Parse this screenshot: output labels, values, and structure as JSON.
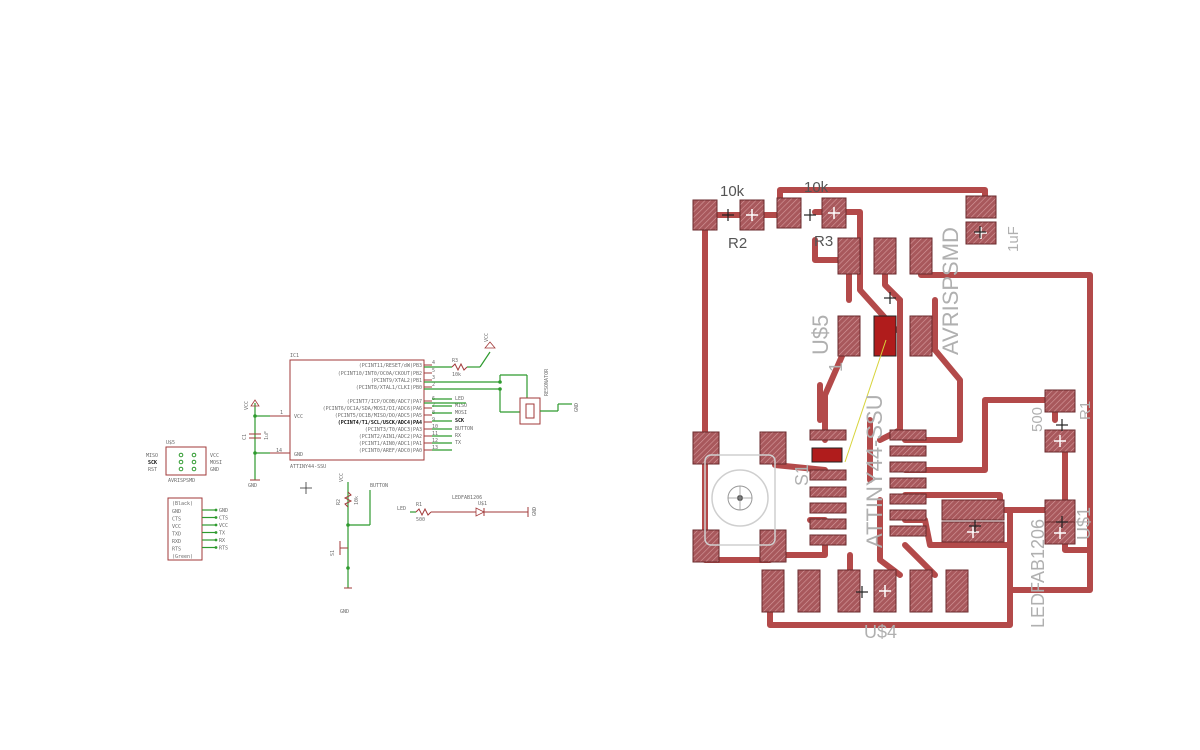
{
  "schematic": {
    "ic1": {
      "name": "IC1",
      "part": "ATTINY44-SSU",
      "vcc": "VCC",
      "gnd": "GND",
      "pin_vcc": "1",
      "pin_gnd": "14",
      "right_pins": [
        {
          "label": "(PCINT11/RESET/dW)PB3",
          "num": "4"
        },
        {
          "label": "(PCINT10/INT0/OC0A/CKOUT)PB2",
          "num": "5"
        },
        {
          "label": "(PCINT9/XTAL2)PB1",
          "num": "3"
        },
        {
          "label": "(PCINT8/XTAL1/CLKI)PB0",
          "num": "2"
        },
        {
          "label": "(PCINT7/ICP/OC0B/ADC7)PA7",
          "num": "6"
        },
        {
          "label": "(PCINT6/OC1A/SDA/MOSI/DI/ADC6)PA6",
          "num": "7"
        },
        {
          "label": "(PCINT5/OC1B/MISO/DO/ADC5)PA5",
          "num": "8"
        },
        {
          "label": "(PCINT4/T1/SCL/USCK/ADC4)PA4",
          "num": "9"
        },
        {
          "label": "(PCINT3/T0/ADC3)PA3",
          "num": "10"
        },
        {
          "label": "(PCINT2/AIN1/ADC2)PA2",
          "num": "11"
        },
        {
          "label": "(PCINT1/AIN0/ADC1)PA1",
          "num": "12"
        },
        {
          "label": "(PCINT0/AREF/ADC0)PA0",
          "num": "13"
        }
      ],
      "nets": [
        "LED",
        "MISO",
        "MOSI",
        "SCK",
        "BUTTON",
        "RX",
        "TX",
        ""
      ]
    },
    "r3": {
      "name": "R3",
      "value": "10k"
    },
    "r2": {
      "name": "R2",
      "value": "10k"
    },
    "r1": {
      "name": "R1",
      "value": "500"
    },
    "c1": {
      "name": "C1",
      "value": "1uF"
    },
    "vcc_label": "VCC",
    "gnd_label": "GND",
    "resonator": "RESONATOR",
    "isp": {
      "name": "U$5",
      "part": "AVRISPSMD",
      "left": [
        "MISO",
        "SCK",
        "RST"
      ],
      "right": [
        "VCC",
        "MOSI",
        "GND"
      ]
    },
    "ftdi": {
      "header": "(Black)",
      "pins": [
        "GND",
        "CTS",
        "VCC",
        "TXD",
        "RXD",
        "RTS",
        "(Green)"
      ],
      "nets": [
        "GND",
        "CTS",
        "VCC",
        "TX",
        "RX",
        "RTS"
      ]
    },
    "button": {
      "net": "BUTTON",
      "switch": "S1"
    },
    "led": {
      "net": "LED",
      "part": "LEDFAB1206",
      "name": "U$1"
    }
  },
  "board": {
    "labels": {
      "r2_value": "10k",
      "r2_name": "R2",
      "r3_value": "10k",
      "r3_name": "R3",
      "c_value": "1uF",
      "isp": "AVRISPSMD",
      "isp_name": "U$5",
      "ic_part": "ATTINY44-SSU",
      "ic_num": "1",
      "switch": "S1",
      "r1_value": "500",
      "r1_name": "R1",
      "led_part": "LEDFAB1206",
      "led_name": "U$1",
      "ftdi_name": "U$4"
    },
    "colors": {
      "trace": "#b34a4a",
      "pad": "#9e4f53",
      "background": "#ffffff"
    }
  }
}
